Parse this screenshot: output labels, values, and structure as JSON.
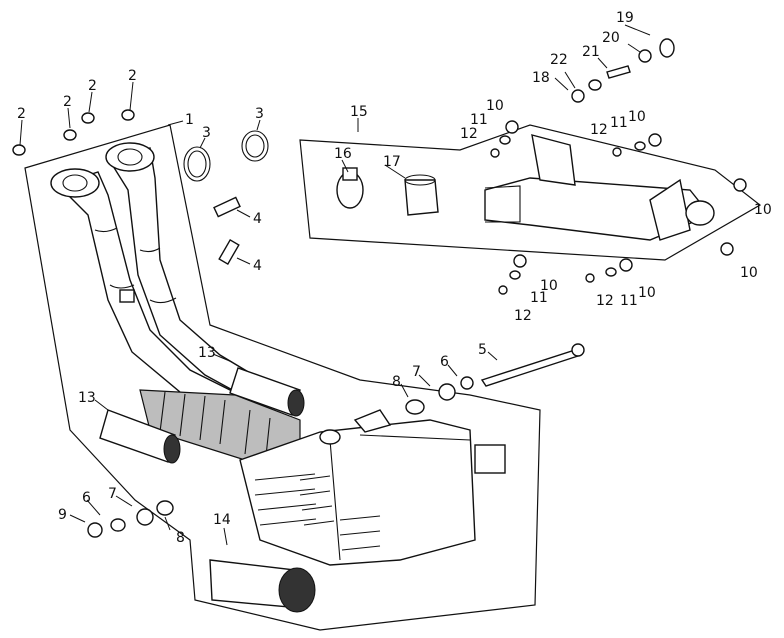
{
  "diagram": {
    "callouts": {
      "c1": "1",
      "c2a": "2",
      "c2b": "2",
      "c2c": "2",
      "c2d": "2",
      "c3a": "3",
      "c3b": "3",
      "c4a": "4",
      "c4b": "4",
      "c5": "5",
      "c6a": "6",
      "c6b": "6",
      "c7a": "7",
      "c7b": "7",
      "c8a": "8",
      "c8b": "8",
      "c9": "9",
      "c10a": "10",
      "c10b": "10",
      "c10c": "10",
      "c10d": "10",
      "c10e": "10",
      "c10f": "10",
      "c11a": "11",
      "c11b": "11",
      "c11c": "11",
      "c11d": "11",
      "c12a": "12",
      "c12b": "12",
      "c12c": "12",
      "c12d": "12",
      "c13a": "13",
      "c13b": "13",
      "c14": "14",
      "c15": "15",
      "c16": "16",
      "c17": "17",
      "c18": "18",
      "c19": "19",
      "c20": "20",
      "c21": "21",
      "c22": "22"
    }
  }
}
